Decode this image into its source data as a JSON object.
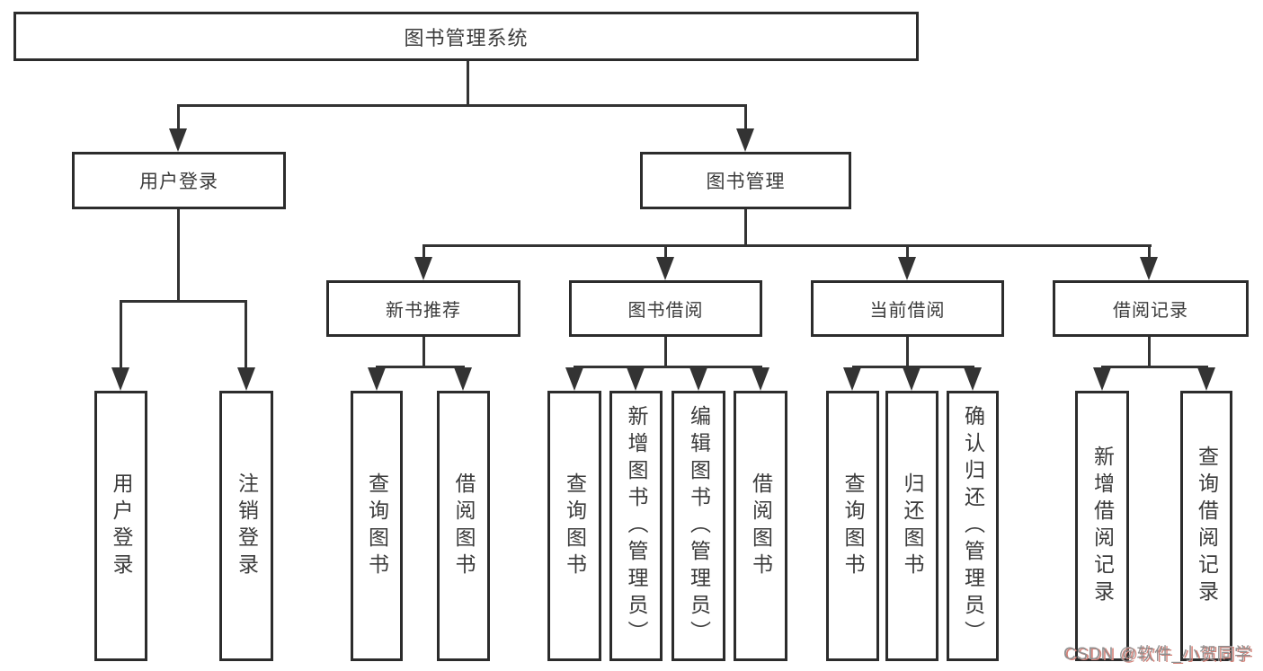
{
  "diagram": {
    "root": {
      "label": "图书管理系统"
    },
    "level1": {
      "user_login": "用户登录",
      "book_mgmt": "图书管理"
    },
    "level2": {
      "new_books": "新书推荐",
      "book_borrow": "图书借阅",
      "current_borrow": "当前借阅",
      "borrow_records": "借阅记录"
    },
    "leaves": {
      "user_login": [
        "用户登录",
        "注销登录"
      ],
      "new_books": [
        "查询图书",
        "借阅图书"
      ],
      "book_borrow": [
        "查询图书",
        "新增图书（管理员）",
        "编辑图书（管理员）",
        "借阅图书"
      ],
      "current_borrow": [
        "查询图书",
        "归还图书",
        "确认归还（管理员）"
      ],
      "borrow_records": [
        "新增借阅记录",
        "查询借阅记录"
      ]
    }
  },
  "watermark": {
    "text": "CSDN @软件_小贺同学"
  },
  "colors": {
    "line": "#333333",
    "border": "#2c2c2c",
    "text": "#3b3b3b",
    "watermark_gray": "#8f8f8f",
    "watermark_red": "#d4837a"
  }
}
